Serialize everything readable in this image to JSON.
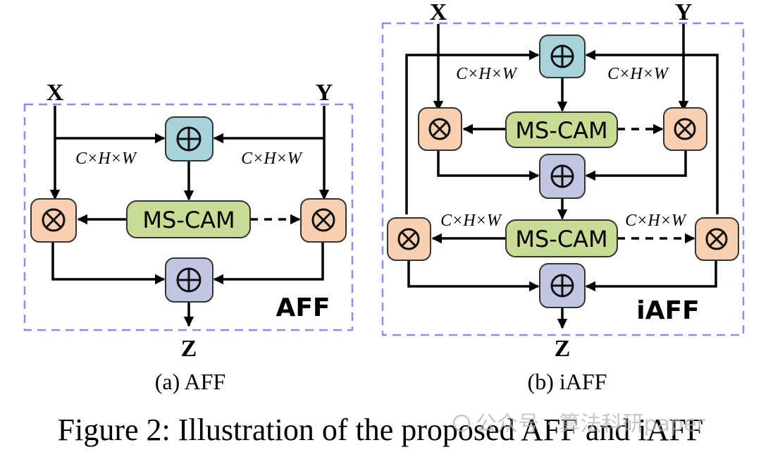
{
  "colors": {
    "add_top": "#a9d3da",
    "add_bottom": "#c3c6e0",
    "mul": "#f9cfb2",
    "mscam": "#c8dc96",
    "frame": "#8a8cf2"
  },
  "icons": {
    "add": "circled-plus-icon",
    "mul": "circled-times-icon"
  },
  "aff": {
    "input_x": "X",
    "input_y": "Y",
    "output": "Z",
    "dim_left": "C×H×W",
    "dim_right": "C×H×W",
    "mscam": "MS-CAM",
    "tag": "AFF",
    "subcaption": "(a) AFF"
  },
  "iaff": {
    "input_x": "X",
    "input_y": "Y",
    "output": "Z",
    "dim_top_left": "C×H×W",
    "dim_top_right": "C×H×W",
    "dim_mid_left": "C×H×W",
    "dim_mid_right": "C×H×W",
    "mscam_top": "MS-CAM",
    "mscam_bottom": "MS-CAM",
    "tag": "iAFF",
    "subcaption": "(b) iAFF"
  },
  "caption": "Figure 2: Illustration of the proposed AFF and iAFF",
  "watermark": "公众号 · 算法科研paper"
}
